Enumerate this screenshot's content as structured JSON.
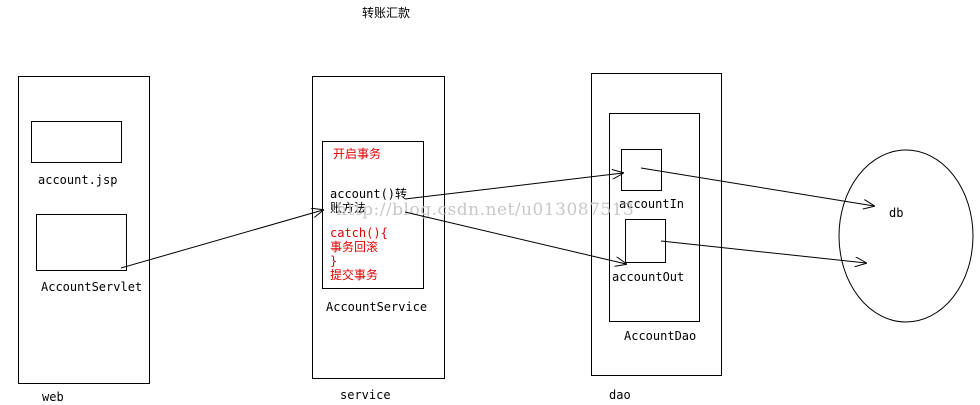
{
  "title": "转账汇款",
  "watermark": "http://blog.csdn.net/u013087513",
  "web": {
    "label": "web",
    "jsp_label": "account.jsp",
    "servlet_label": "AccountServlet"
  },
  "service": {
    "label": "service",
    "class_label": "AccountService",
    "method_lines": [
      "开启事务",
      "account()转",
      "账方法",
      "catch(){",
      "事务回滚",
      "}",
      "提交事务"
    ]
  },
  "dao": {
    "label": "dao",
    "class_label": "AccountDao",
    "in_label": "accountIn",
    "out_label": "accountOut"
  },
  "db": {
    "label": "db"
  }
}
